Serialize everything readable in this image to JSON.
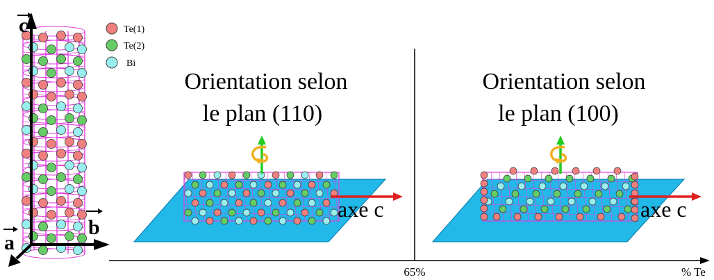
{
  "legend": {
    "items": [
      {
        "label": "Te(1)",
        "color": "#f08080"
      },
      {
        "label": "Te(2)",
        "color": "#66cc66"
      },
      {
        "label": "Bi",
        "color": "#99eeee"
      }
    ]
  },
  "axes": {
    "c": "c",
    "b": "b",
    "a": "a"
  },
  "panels": [
    {
      "title_line1": "Orientation selon",
      "title_line2": "le plan (110)",
      "axis_label": "axe c",
      "pattern": "110"
    },
    {
      "title_line1": "Orientation selon",
      "title_line2": "le plan (100)",
      "axis_label": "axe c",
      "pattern": "100"
    }
  ],
  "bottom_axis": {
    "mid_label": "65%",
    "end_label": "% Te"
  },
  "colors": {
    "te1": "#f08080",
    "te2": "#66cc66",
    "bi": "#99eeee",
    "bond": "#e040e0",
    "plane": "#22b8e8",
    "arrow_red": "#e02020",
    "arrow_green": "#22cc22",
    "rotation": "#f0b020"
  }
}
